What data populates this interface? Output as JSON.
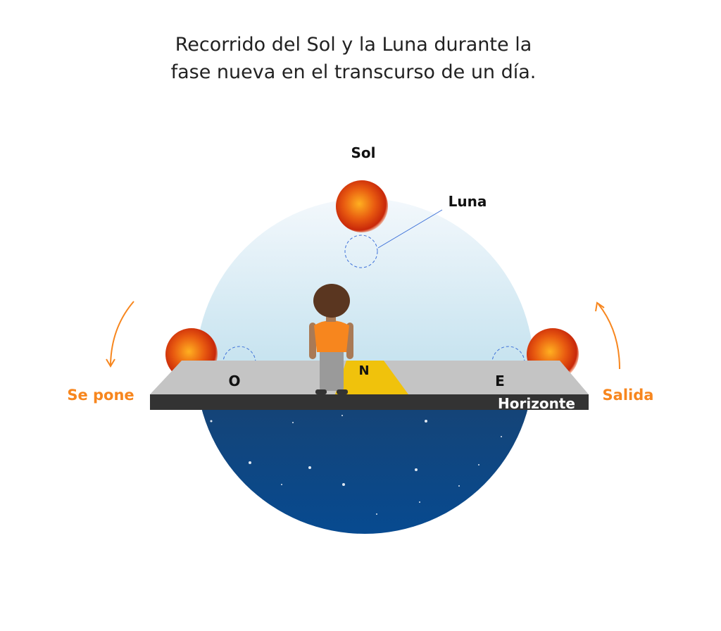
{
  "title": {
    "line1": "Recorrido del Sol y la Luna durante la",
    "line2": "fase nueva en el transcurso de un día."
  },
  "labels": {
    "sun": "Sol",
    "moon": "Luna",
    "sets": "Se pone",
    "rises": "Salida",
    "west": "O",
    "north": "N",
    "east": "E",
    "horizon": "Horizonte"
  },
  "colors": {
    "accent": "#f7861e",
    "ground_top": "#c4c4c4",
    "ground_front": "#333333",
    "north_path": "#f0c20c",
    "sky_day": "#a9d4e6",
    "sky_night": "#0a4a8a",
    "moon_outline": "#3b6fd8"
  }
}
